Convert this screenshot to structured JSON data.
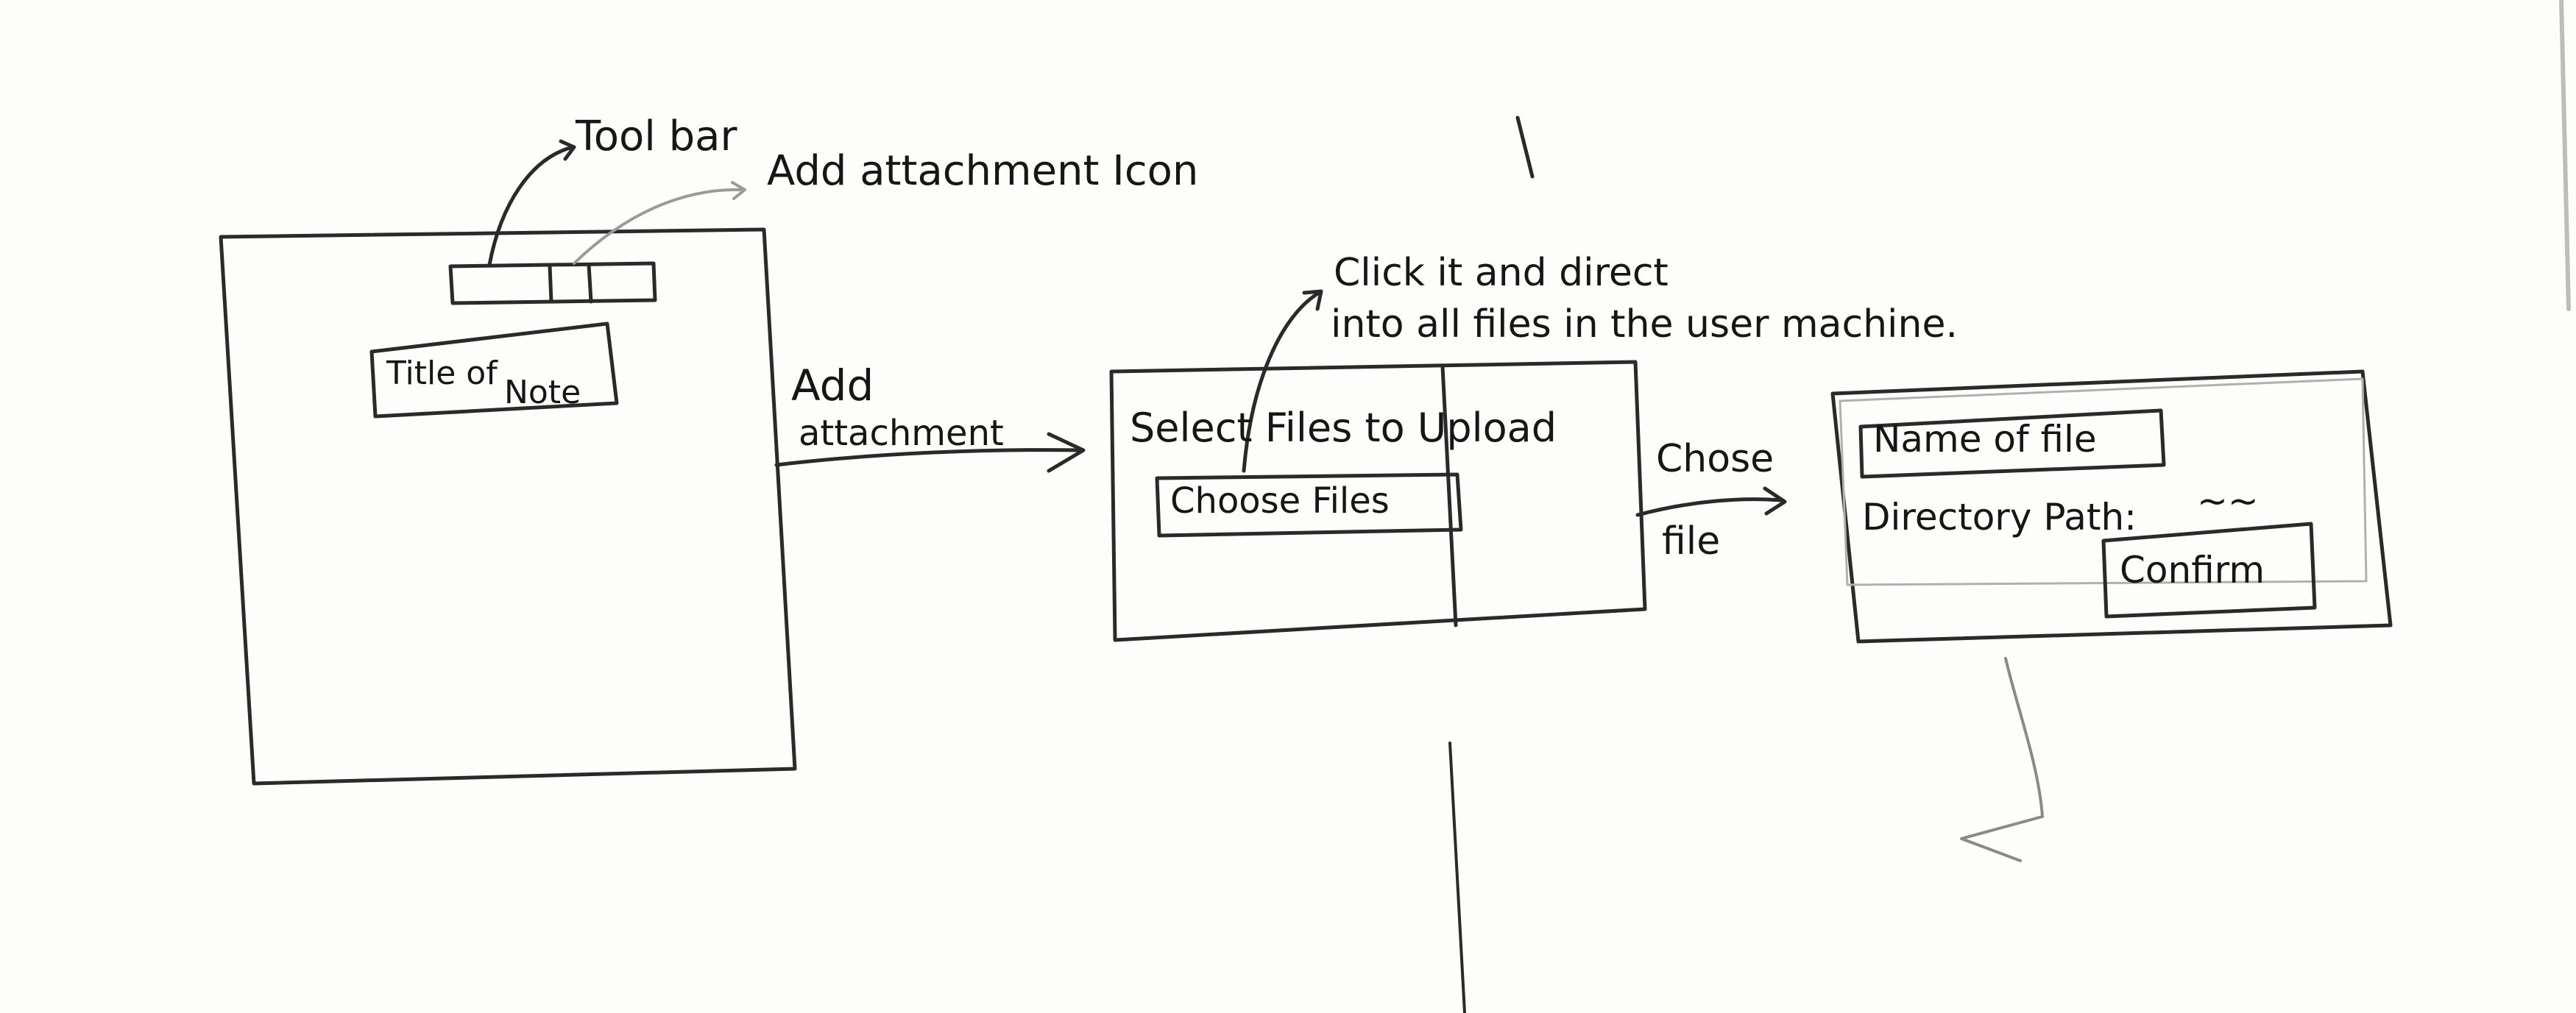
{
  "annotations": {
    "toolbar": "Tool bar",
    "add_attachment_icon": "Add attachment Icon",
    "add_attachment_arrow_line1": "Add",
    "add_attachment_arrow_line2": "attachment",
    "click_note_line1": "Click it and direct",
    "click_note_line2": "into all files in the user machine.",
    "chose_file_line1": "Chose",
    "chose_file_line2": "file"
  },
  "note_screen": {
    "title_line1": "Title of",
    "title_line2": "Note"
  },
  "upload_dialog": {
    "heading": "Select Files to Upload",
    "choose_files_button": "Choose Files"
  },
  "confirm_dialog": {
    "name_of_file": "Name of file",
    "directory_path_label": "Directory Path:",
    "directory_path_value": "~~",
    "confirm_button": "Confirm"
  }
}
